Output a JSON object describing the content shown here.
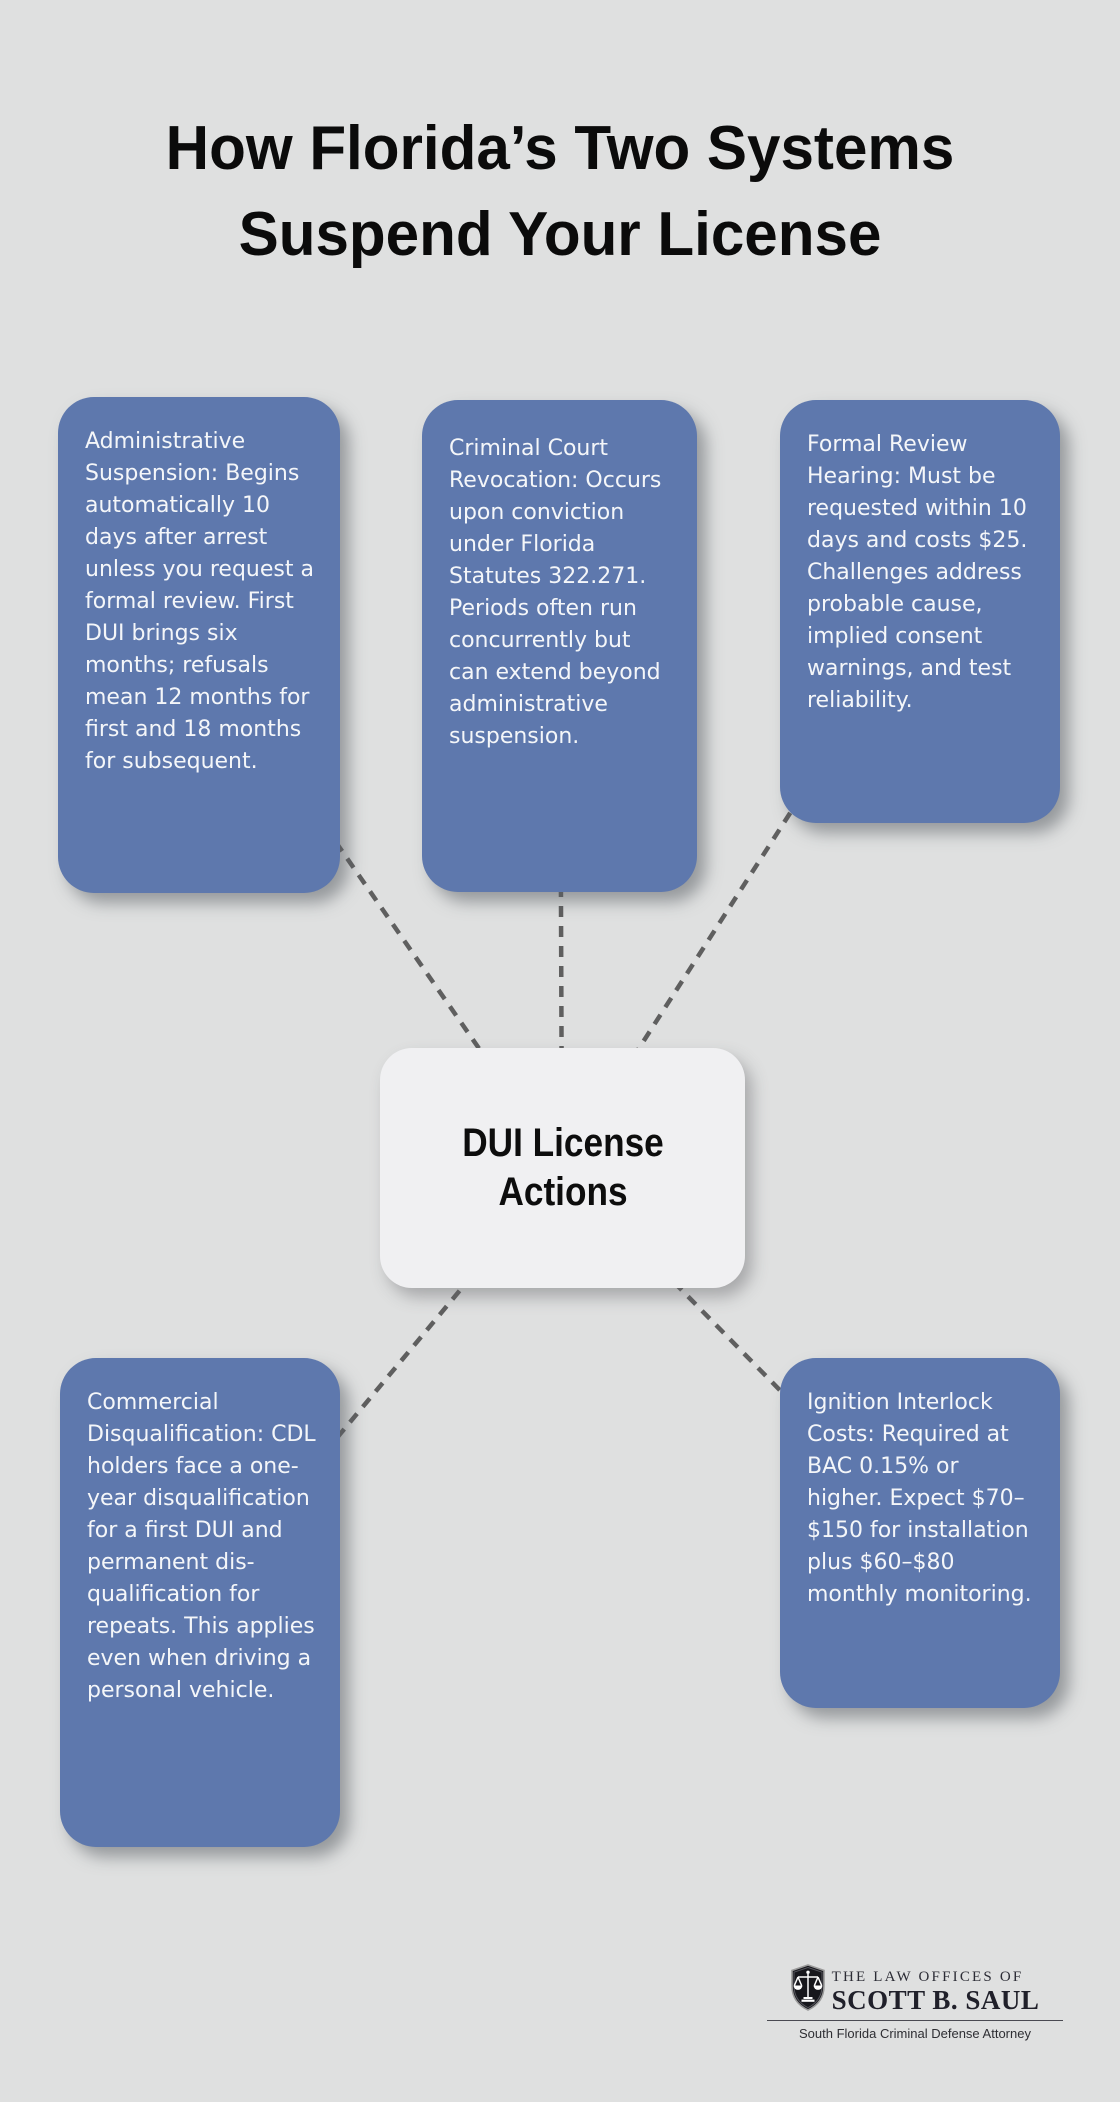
{
  "title": {
    "line1": "How Florida’s Two Systems",
    "line2": "Suspend Your License"
  },
  "center_node": {
    "label": "DUI License Actions"
  },
  "nodes": [
    {
      "id": "administrative-suspension",
      "text": "Administrative Suspension: Begins automatically 10 days after arrest unless you request a formal review. First DUI brings six months; refusals mean 12 months for first and 18 months for subsequent."
    },
    {
      "id": "criminal-court-revocation",
      "text": "Criminal Court Revocation: Occurs upon conviction under Florida Statutes 322.271. Periods often run concurrently but can extend beyond administrative suspension."
    },
    {
      "id": "formal-review-hearing",
      "text": "Formal Review Hearing: Must be requested within 10 days and costs $25. Challenges address probable cause, implied consent warnings, and test reliability."
    },
    {
      "id": "commercial-disqualification",
      "text": "Commercial Disqualification: CDL holders face a one-year dis­qualification for a first DUI and permanent dis­qualification for repeats. This applies even when driving a personal vehicle."
    },
    {
      "id": "ignition-interlock-costs",
      "text": "Ignition Interlock Costs: Required at BAC 0.15% or higher. Expect $70–$150 for installation plus $60–$80 monthly monitoring."
    }
  ],
  "footer_logo": {
    "icon": "scales-of-justice-shield-icon",
    "firm_prefix": "THE LAW OFFICES OF",
    "firm_name": "SCOTT B. SAUL",
    "tagline": "South Florida Criminal Defense Attorney"
  },
  "colors": {
    "background": "#dfe0e0",
    "node_fill": "#5e78ad",
    "node_text": "#f4f6f9",
    "center_fill": "#f0f0f2",
    "connector": "#5f5f5f",
    "title_text": "#0b0b0b",
    "logo_dark": "#20202a"
  }
}
